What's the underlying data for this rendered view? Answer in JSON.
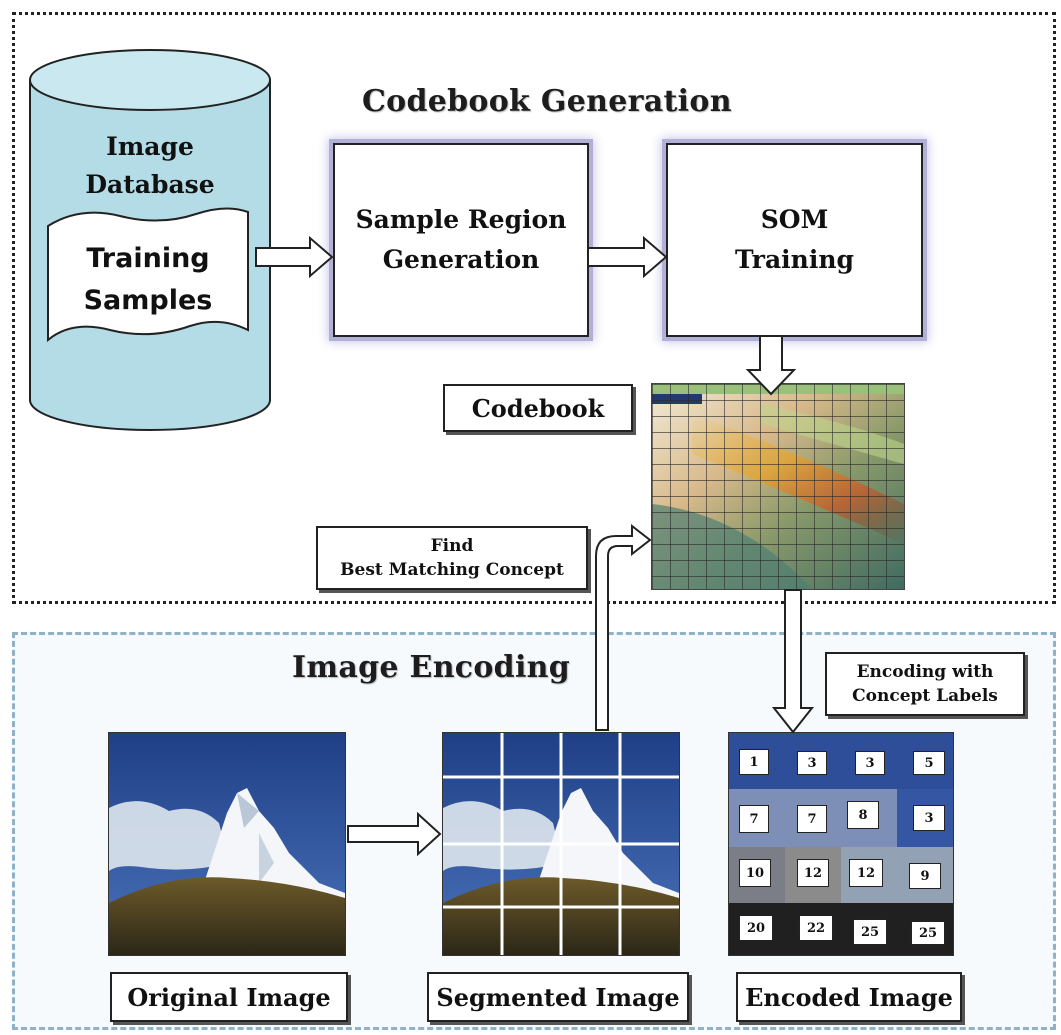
{
  "sections": {
    "codebook_generation": "Codebook Generation",
    "image_encoding": "Image Encoding"
  },
  "database": {
    "title_line1": "Image",
    "title_line2": "Database",
    "samples_line1": "Training",
    "samples_line2": "Samples"
  },
  "boxes": {
    "sample_region_line1": "Sample Region",
    "sample_region_line2": "Generation",
    "som_line1": "SOM",
    "som_line2": "Training"
  },
  "labels": {
    "codebook": "Codebook",
    "find_line1": "Find",
    "find_line2": "Best Matching Concept",
    "encoding_line1": "Encoding with",
    "encoding_line2": "Concept  Labels",
    "original_image": "Original Image",
    "segmented_image": "Segmented Image",
    "encoded_image": "Encoded Image"
  },
  "encoded_grid": [
    [
      "1",
      "3",
      "3",
      "5"
    ],
    [
      "7",
      "7",
      "8",
      "3"
    ],
    [
      "10",
      "12",
      "12",
      "9"
    ],
    [
      "20",
      "22",
      "25",
      "25"
    ]
  ],
  "colors": {
    "cylinder": "#b3dce6",
    "box_glow": "#b3b0d8",
    "sky": "#2b4c94",
    "region_bottom_border": "#8fb2c8"
  },
  "icons": {
    "database": "cylinder-icon",
    "document": "document-icon",
    "arrow": "block-arrow-icon"
  }
}
